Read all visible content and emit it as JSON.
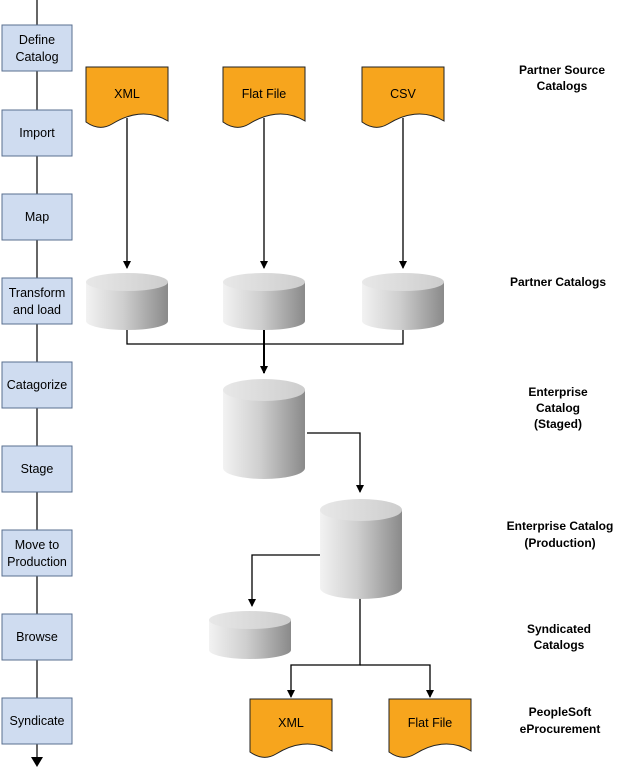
{
  "colors": {
    "step_fill": "#cfdcf0",
    "step_stroke": "#5a6f8f",
    "document_fill": "#f7a51d",
    "document_stroke": "#222222",
    "database_fill_light": "#e6e6e6",
    "database_fill_dark": "#8f8f8f",
    "line": "#000000"
  },
  "steps": [
    {
      "line1": "Define",
      "line2": "Catalog"
    },
    {
      "line1": "Import",
      "line2": ""
    },
    {
      "line1": "Map",
      "line2": ""
    },
    {
      "line1": "Transform",
      "line2": "and load"
    },
    {
      "line1": "Catagorize",
      "line2": ""
    },
    {
      "line1": "Stage",
      "line2": ""
    },
    {
      "line1": "Move to",
      "line2": "Production"
    },
    {
      "line1": "Browse",
      "line2": ""
    },
    {
      "line1": "Syndicate",
      "line2": ""
    }
  ],
  "source_documents": [
    {
      "label": "XML",
      "icon": "document-icon"
    },
    {
      "label": "Flat File",
      "icon": "document-icon"
    },
    {
      "label": "CSV",
      "icon": "document-icon"
    }
  ],
  "output_documents": [
    {
      "label": "XML",
      "icon": "document-icon"
    },
    {
      "label": "Flat File",
      "icon": "document-icon"
    }
  ],
  "side_labels": {
    "partner_source": {
      "line1": "Partner Source",
      "line2": "Catalogs"
    },
    "partner_catalogs": {
      "line1": "Partner Catalogs"
    },
    "enterprise_staged": {
      "line1": "Enterprise",
      "line2": "Catalog",
      "line3": "(Staged)"
    },
    "enterprise_production": {
      "line1": "Enterprise Catalog",
      "line2": "(Production)"
    },
    "syndicated": {
      "line1": "Syndicated",
      "line2": "Catalogs"
    },
    "peoplesoft": {
      "line1": "PeopleSoft",
      "line2": "eProcurement"
    }
  }
}
